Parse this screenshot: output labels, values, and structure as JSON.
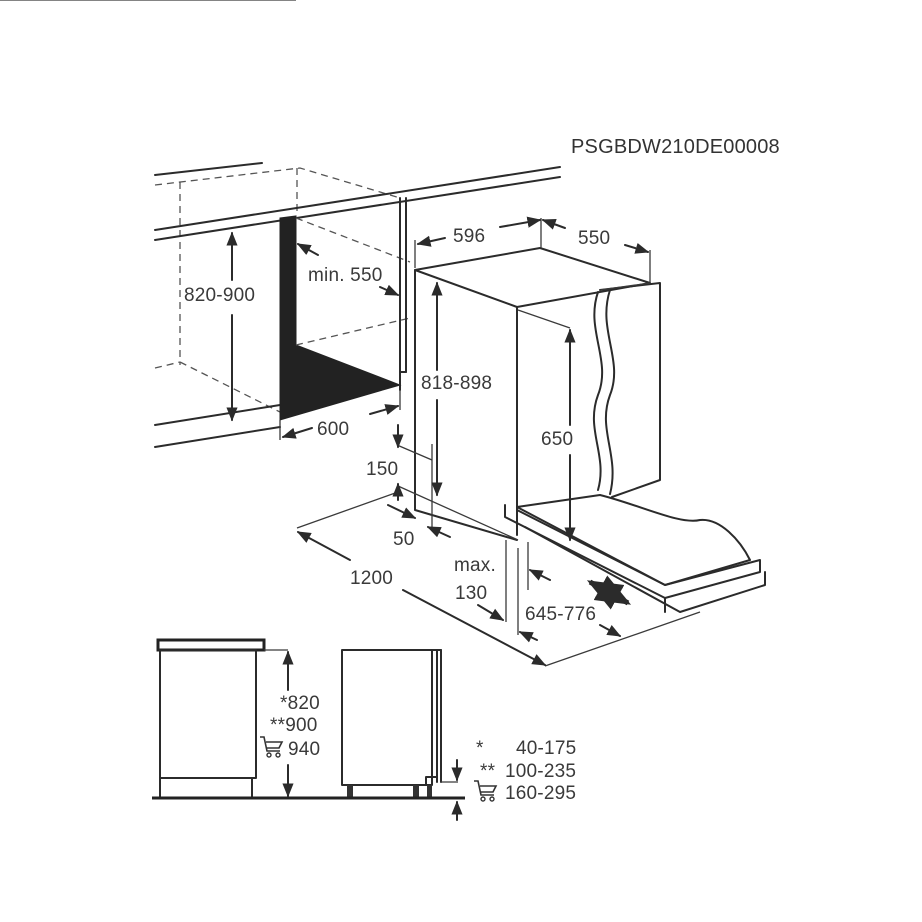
{
  "title": {
    "product_code": "PSGBDW210DE00008"
  },
  "main_view": {
    "dims": {
      "niche_height": "820-900",
      "min_depth": "min. 550",
      "niche_width": "600",
      "appliance_width": "596",
      "appliance_depth": "550",
      "appliance_height": "818-898",
      "door_height": "650",
      "plinth_height": "150",
      "plinth_depth": "50",
      "door_clearance": "1200",
      "max_label": "max.",
      "max_value": "130",
      "door_travel": "645-776"
    }
  },
  "side_view": {
    "height_values": {
      "star1": "*820",
      "star2": "**900",
      "cart": "940"
    },
    "plinth_values": {
      "star1_marker": "*",
      "star1": "40-175",
      "star2_marker": "**",
      "star2": "100-235",
      "cart": "160-295"
    },
    "icons": [
      "cart-icon",
      "up-arrow-icon",
      "down-arrow-icon"
    ]
  },
  "colors": {
    "line": "#2b2b2b",
    "fill_dark": "#222222",
    "background": "#ffffff",
    "text": "#3a3a3a"
  }
}
